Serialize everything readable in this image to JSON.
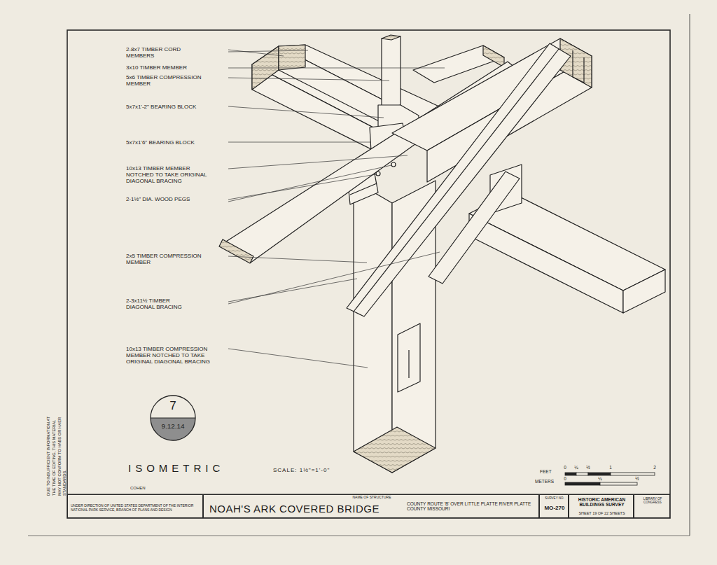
{
  "diagram": {
    "nodes": [
      {
        "text": [
          "7",
          "9.12.14"
        ]
      },
      {
        "text": [
          "UNDER DIRECTION OF UNITED STATES DEPARTMENT OF THE INTERIOR NATIONAL PARK SERVICE, BRANCH OF PLANS AND DESIGN"
        ]
      },
      {
        "text": [
          "NAME OF STRUCTURE",
          "NOAH'S ARK COVERED BRIDGE",
          "COUNTY ROUTE 'B' OVER LITTLE PLATTE RIVER PLATTE COUNTY MISSOURI"
        ]
      },
      {
        "text": [
          "SURVEY NO.",
          "MO-270"
        ]
      },
      {
        "text": [
          "HISTORIC AMERICAN BUILDINGS SURVEY",
          "SHEET 19 OF 22 SHEETS"
        ]
      },
      {
        "text": [
          "LIBRARY OF CONGRESS"
        ]
      }
    ],
    "labels": [
      "2-8x7 TIMBER CORD MEMBERS",
      "3x10 TIMBER MEMBER",
      "5x6 TIMBER COMPRESSION MEMBER",
      "5x7x1'-2\" BEARING BLOCK",
      "5x7x1'6\" BEARING BLOCK",
      "10x13 TIMBER MEMBER NOTCHED TO TAKE ORIGINAL DIAGONAL BRACING",
      "2-1½\" DIA. WOOD PEGS",
      "2x5 TIMBER COMPRESSION MEMBER",
      "2-3x11½ TIMBER DIAGONAL BRACING",
      "10x13 TIMBER COMPRESSION MEMBER NOTCHED TO TAKE ORIGINAL DIAGONAL BRACING",
      "ISOMETRIC",
      "SCALE: 1½\"=1'-0\"",
      "COHEN",
      "FEET",
      "0",
      "¼",
      "½",
      "1",
      "2",
      "METERS",
      "0",
      "¼",
      "½",
      "DUE TO INSUFFICIENT INFORMATION AT THE TIME OF EDITING, THIS MATERIAL MAY NOT CONFORM TO HABS OR HAER STANDARDS."
    ]
  }
}
